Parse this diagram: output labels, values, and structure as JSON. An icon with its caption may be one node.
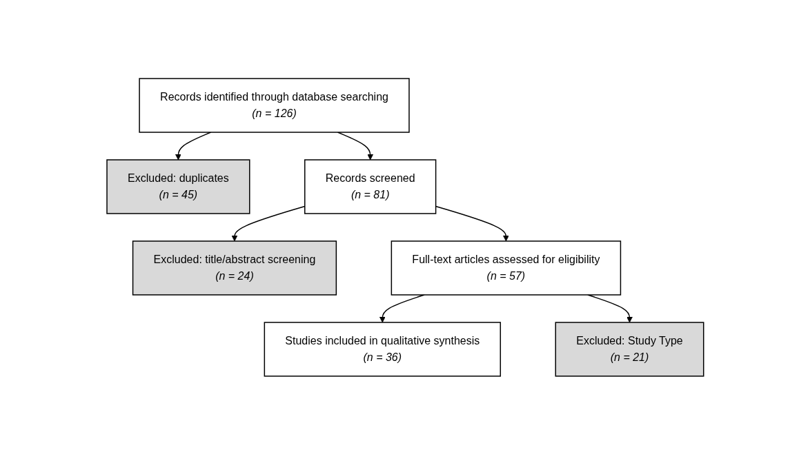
{
  "diagram": {
    "nodes": [
      {
        "text": [
          "Records identified through database searching",
          "(n = 126)"
        ]
      },
      {
        "text": [
          "Excluded: duplicates",
          "(n = 45)"
        ]
      },
      {
        "text": [
          "Records screened",
          "(n = 81)"
        ]
      },
      {
        "text": [
          "Excluded: title/abstract screening",
          "(n = 24)"
        ]
      },
      {
        "text": [
          "Full-text articles assessed for eligibility",
          "(n = 57)"
        ]
      },
      {
        "text": [
          "Excluded: Study Type",
          "(n = 21)"
        ]
      },
      {
        "text": [
          "Studies included in qualitative synthesis",
          "(n = 36)"
        ]
      }
    ],
    "edges": [
      {
        "from": 0,
        "to": 2,
        "arrow": "to"
      },
      {
        "from": 0,
        "to": 1,
        "arrow": "to"
      },
      {
        "from": 2,
        "to": 4,
        "arrow": "to"
      },
      {
        "from": 2,
        "to": 3,
        "arrow": "to"
      },
      {
        "from": 4,
        "to": 6,
        "arrow": "to"
      },
      {
        "from": 4,
        "to": 5,
        "arrow": "to"
      }
    ]
  }
}
